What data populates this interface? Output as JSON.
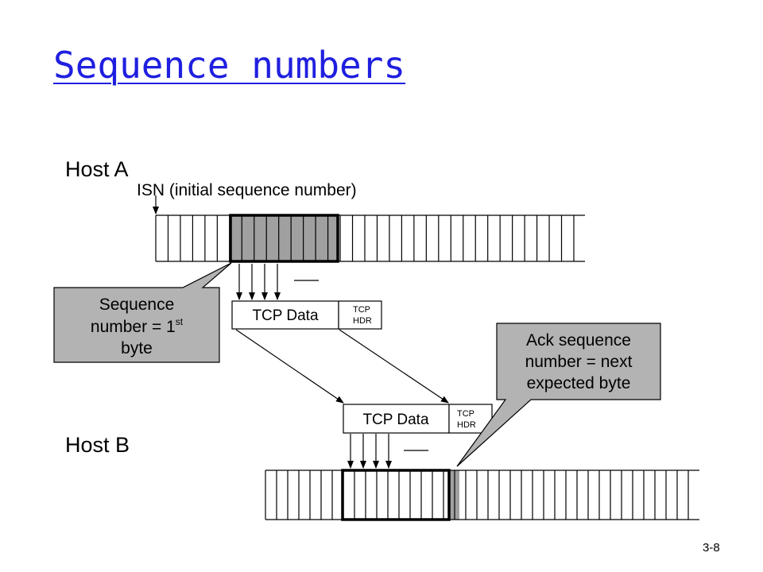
{
  "title": "Sequence numbers",
  "slide_number": "3-8",
  "colors": {
    "title": "#1f1fe0",
    "cell_fill": "#ffffff",
    "segment_fill": "#a0a0a0",
    "callout_fill": "#b3b3b3",
    "line": "#000000"
  },
  "host_a": {
    "label": "Host A",
    "isn_label": "ISN (initial sequence number)"
  },
  "host_b": {
    "label": "Host B"
  },
  "packet_top": {
    "data_label": "TCP Data",
    "hdr_line1": "TCP",
    "hdr_line2": "HDR"
  },
  "packet_bottom": {
    "data_label": "TCP Data",
    "hdr_line1": "TCP",
    "hdr_line2": "HDR"
  },
  "callout_seq": {
    "line1": "Sequence",
    "line2": "number = 1",
    "line2_sup": "st",
    "line3": "byte"
  },
  "callout_ack": {
    "line1": "Ack sequence",
    "line2": "number = next",
    "line3": "expected byte"
  }
}
